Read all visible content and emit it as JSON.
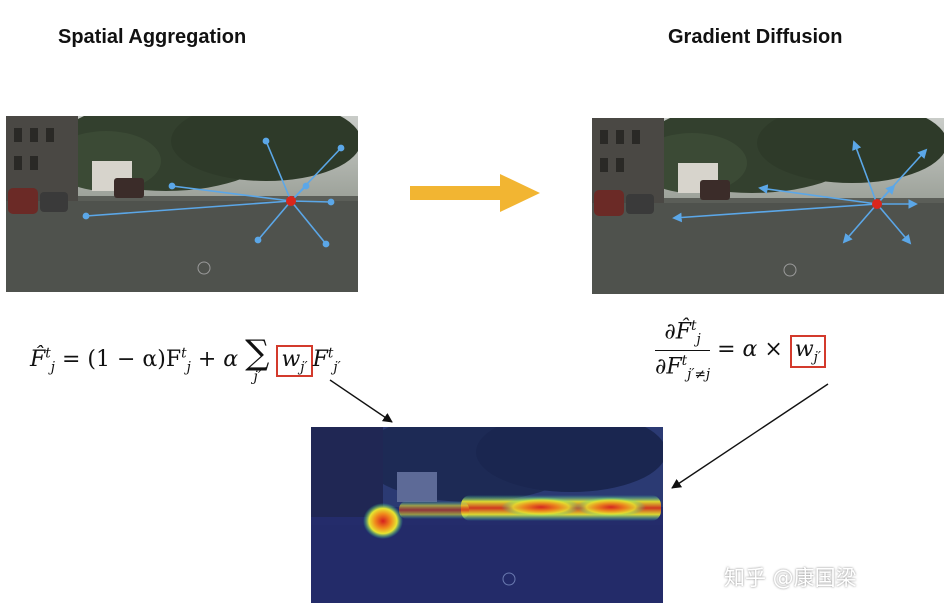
{
  "titles": {
    "left": "Spatial Aggregation",
    "right": "Gradient Diffusion"
  },
  "equations": {
    "left": {
      "lhs": "F̂",
      "lhs_sub": "j",
      "lhs_sup": "t",
      "eq": "=",
      "term1": "(1 − α)F",
      "term1_sub": "j",
      "term1_sup": "t",
      "plus": "+ α",
      "sum_limit": "j′",
      "weight": "w",
      "weight_sub": "j′",
      "term2": "F",
      "term2_sub": "j′",
      "term2_sup": "t"
    },
    "right": {
      "num": "∂F̂",
      "num_sub": "j",
      "num_sup": "t",
      "den": "∂F",
      "den_sub": "j′≠j",
      "den_sup": "t",
      "rhs": "= α ×",
      "weight": "w",
      "weight_sub": "j′"
    }
  },
  "watermark": "知乎 @康国梁",
  "colors": {
    "arrow_main": "#F2B532",
    "vector_line": "#5BA7E8",
    "center_point": "#D9261C",
    "highlight_box": "#D33A2C"
  }
}
